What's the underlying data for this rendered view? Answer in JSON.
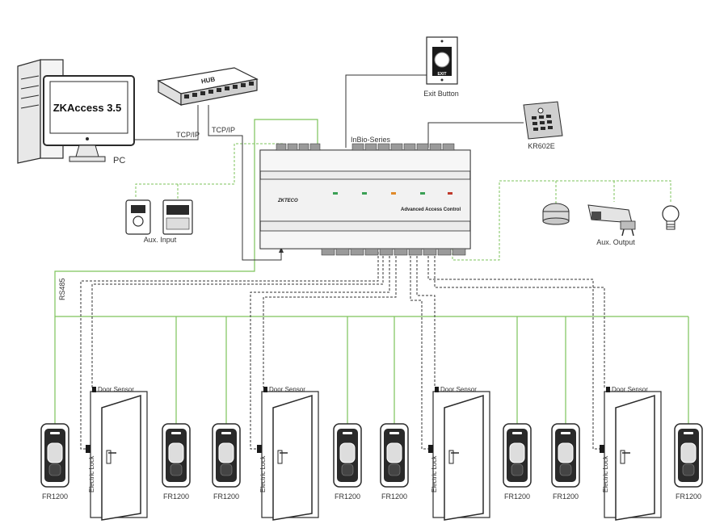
{
  "software": {
    "name": "ZKAccess 3.5"
  },
  "pc_label": "PC",
  "hub_label": "HUB",
  "link_labels": {
    "tcpip_pc": "TCP/IP",
    "tcpip_panel": "TCP/IP",
    "rs485": "RS485"
  },
  "exit_button": {
    "label": "Exit Button",
    "button_text": "EXIT"
  },
  "keypad": {
    "label": "KR602E"
  },
  "controller": {
    "series_label": "InBio-Series",
    "brand": "ZKTECO",
    "panel_title": "Advanced Access Control"
  },
  "aux_input_label": "Aux. Input",
  "aux_output_label": "Aux. Output",
  "door_sensor_label": "Door Sensor",
  "electric_lock_label": "Electric Lock",
  "reader_label": "FR1200",
  "colors": {
    "green": "#7dc35b",
    "dash": "#555555",
    "line": "#333333",
    "dark": "#2a2a2a",
    "device_gray": "#d9d9d9"
  }
}
